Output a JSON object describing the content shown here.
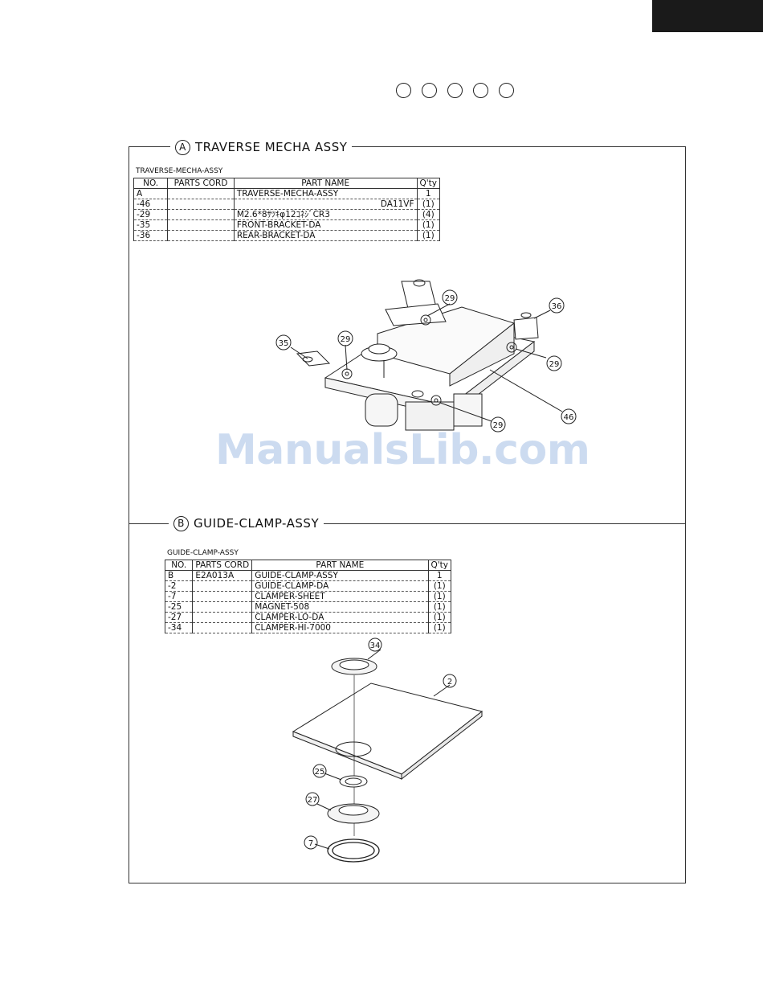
{
  "section_a": {
    "letter": "A",
    "title": "TRAVERSE MECHA ASSY",
    "table_caption": "TRAVERSE-MECHA-ASSY",
    "headers": {
      "no": "NO.",
      "code": "PARTS CORD",
      "name": "PART NAME",
      "qty": "Q'ty"
    },
    "rows": [
      {
        "no": "A",
        "code": "",
        "name": "TRAVERSE-MECHA-ASSY",
        "qty": "1"
      },
      {
        "no": "-46",
        "code": "",
        "name": "DA11VF",
        "qty": "(1)"
      },
      {
        "no": "-29",
        "code": "",
        "name": "M2.6*8ｻﾂｷφ12ｺﾈｼﾞCR3",
        "qty": "(4)"
      },
      {
        "no": "-35",
        "code": "",
        "name": "FRONT-BRACKET-DA",
        "qty": "(1)"
      },
      {
        "no": "-36",
        "code": "",
        "name": "REAR-BRACKET-DA",
        "qty": "(1)"
      }
    ],
    "callouts": [
      "29",
      "36",
      "29",
      "35",
      "29",
      "46",
      "29"
    ]
  },
  "section_b": {
    "letter": "B",
    "title": "GUIDE-CLAMP-ASSY",
    "table_caption": "GUIDE-CLAMP-ASSY",
    "headers": {
      "no": "NO.",
      "code": "PARTS CORD",
      "name": "PART NAME",
      "qty": "Q'ty"
    },
    "rows": [
      {
        "no": "B",
        "code": "E2A013A",
        "name": "GUIDE-CLAMP-ASSY",
        "qty": "1"
      },
      {
        "no": "-2",
        "code": "",
        "name": "GUIDE-CLAMP-DA",
        "qty": "(1)"
      },
      {
        "no": "-7",
        "code": "",
        "name": "CLAMPER-SHEET",
        "qty": "(1)"
      },
      {
        "no": "-25",
        "code": "",
        "name": "MAGNET-508",
        "qty": "(1)"
      },
      {
        "no": "-27",
        "code": "",
        "name": "CLAMPER-LO-DA",
        "qty": "(1)"
      },
      {
        "no": "-34",
        "code": "",
        "name": "CLAMPER-HI-7000",
        "qty": "(1)"
      }
    ],
    "callouts": [
      "34",
      "2",
      "25",
      "27",
      "7"
    ]
  },
  "watermark": "ManualsLib.com"
}
